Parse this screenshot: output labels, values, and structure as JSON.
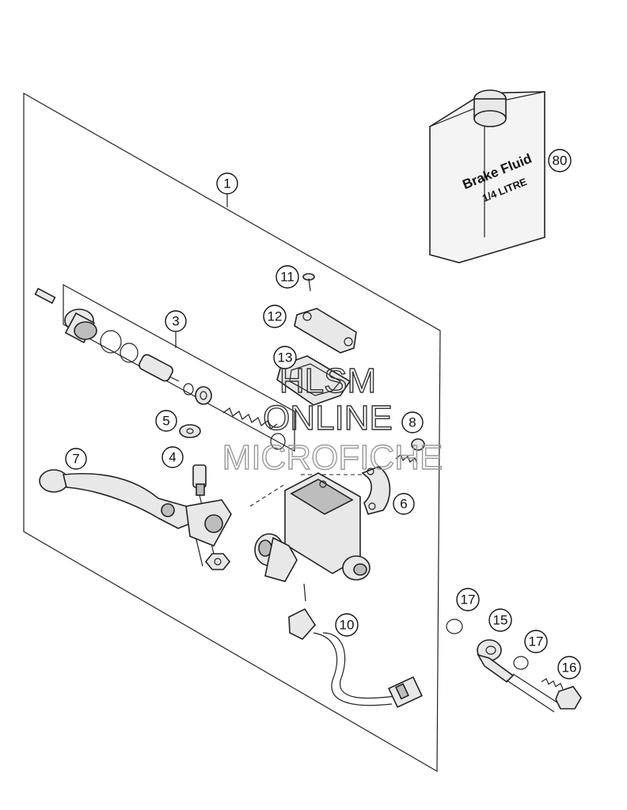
{
  "bottle": {
    "line1": "Brake Fluid",
    "line2": "1/4 LITRE"
  },
  "watermark": {
    "line1": "HLSM",
    "line2": "ONLINE",
    "line3": "MICROFICHE",
    "color_1": "#333333",
    "color_2": "#999999"
  },
  "callouts": {
    "c1": "1",
    "c3": "3",
    "c4": "4",
    "c5": "5",
    "c6": "6",
    "c7": "7",
    "c8": "8",
    "c10": "10",
    "c11": "11",
    "c12": "12",
    "c13": "13",
    "c15": "15",
    "c16": "16",
    "c17a": "17",
    "c17b": "17",
    "c80": "80"
  }
}
